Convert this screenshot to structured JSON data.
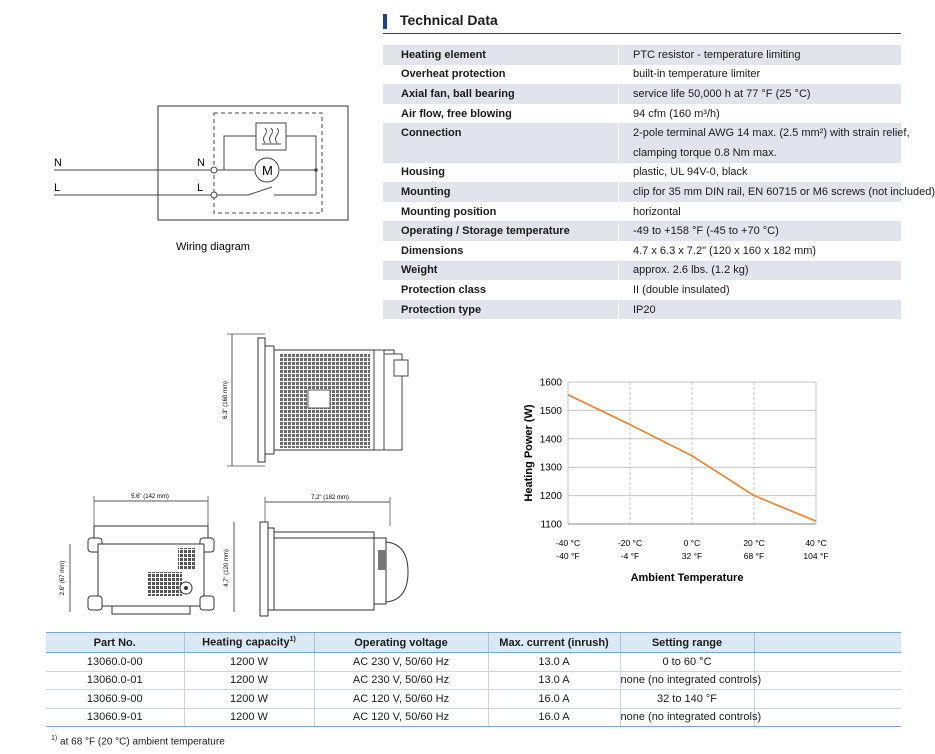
{
  "tech_data": {
    "heading": "Technical Data",
    "rows": [
      {
        "label": "Heating element",
        "value": "PTC resistor - temperature limiting"
      },
      {
        "label": "Overheat protection",
        "value": "built-in temperature limiter"
      },
      {
        "label": "Axial fan, ball bearing",
        "value": "service life 50,000 h at 77 °F (25 °C)"
      },
      {
        "label": "Air flow, free blowing",
        "value": "94 cfm (160 m³/h)"
      },
      {
        "label": "Connection",
        "value": "2-pole terminal AWG 14 max. (2.5 mm²) with strain relief,"
      },
      {
        "label": "",
        "value": "clamping torque 0.8 Nm max."
      },
      {
        "label": "Housing",
        "value": "plastic, UL 94V-0, black"
      },
      {
        "label": "Mounting",
        "value": "clip for 35 mm DIN rail, EN 60715 or M6 screws (not included)"
      },
      {
        "label": "Mounting position",
        "value": "horizontal"
      },
      {
        "label": "Operating / Storage temperature",
        "value": "-49 to +158 °F (-45 to +70 °C)"
      },
      {
        "label": "Dimensions",
        "value": "4.7 x 6.3 x 7.2\" (120 x 160 x 182 mm)"
      },
      {
        "label": "Weight",
        "value": "approx. 2.6 lbs. (1.2 kg)"
      },
      {
        "label": "Protection class",
        "value": "II (double insulated)"
      },
      {
        "label": "Protection type",
        "value": "IP20"
      }
    ]
  },
  "wiring": {
    "caption": "Wiring diagram",
    "line_n": "N",
    "line_l": "L",
    "terminal_n": "N",
    "terminal_l": "L",
    "motor": "M"
  },
  "dimensions": {
    "height": "6.3\" (160 mm)",
    "width": "5.6\" (142 mm)",
    "depth": "7.2\" (182 mm)",
    "side_height": "2.6\" (67 mm)",
    "front_height": "4.7\" (120 mm)"
  },
  "chart_data": {
    "type": "line",
    "title": "",
    "xlabel": "Ambient Temperature",
    "ylabel": "Heating Power (W)",
    "x": [
      -40,
      -20,
      0,
      20,
      40
    ],
    "x_tick_labels_c": [
      "-40 °C",
      "-20 °C",
      "0 °C",
      "20 °C",
      "40 °C"
    ],
    "x_tick_labels_f": [
      "-40 °F",
      "-4 °F",
      "32 °F",
      "68 °F",
      "104 °F"
    ],
    "y_ticks": [
      1100,
      1200,
      1300,
      1400,
      1500,
      1600
    ],
    "xlim": [
      -40,
      40
    ],
    "ylim": [
      1100,
      1600
    ],
    "grid": true,
    "series_color": "#f07e26",
    "series": [
      {
        "values": [
          1555,
          1450,
          1340,
          1200,
          1110
        ]
      }
    ]
  },
  "spec_table": {
    "headers": [
      "Part No.",
      "Heating capacity",
      "Operating voltage",
      "Max. current (inrush)",
      "Setting range"
    ],
    "header_note_mark": "1)",
    "rows": [
      [
        "13060.0-00",
        "1200 W",
        "AC 230 V, 50/60 Hz",
        "13.0 A",
        "0 to 60 °C"
      ],
      [
        "13060.0-01",
        "1200 W",
        "AC 230 V, 50/60 Hz",
        "13.0 A",
        "none (no integrated controls)"
      ],
      [
        "13060.9-00",
        "1200 W",
        "AC 120 V, 50/60 Hz",
        "16.0 A",
        "32 to 140 °F"
      ],
      [
        "13060.9-01",
        "1200 W",
        "AC 120 V, 50/60 Hz",
        "16.0 A",
        "none (no integrated controls)"
      ]
    ]
  },
  "footnote": {
    "mark": "1)",
    "text": "at 68 °F (20 °C) ambient temperature"
  },
  "colors": {
    "accent_blue": "#1f3f8f",
    "row_shade": "#e1e4eb",
    "table_header": "#dbe9f4",
    "curve": "#f07e26"
  }
}
